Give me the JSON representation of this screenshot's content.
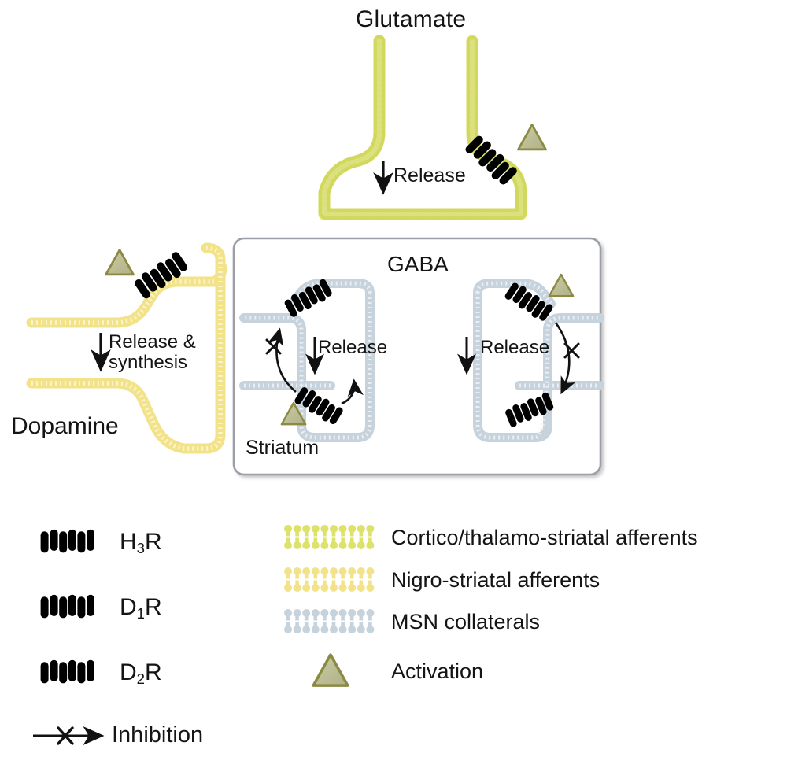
{
  "figure": {
    "type": "diagram",
    "title_hidden": "",
    "description": "Schematic of histamine H3 receptor heteroreceptor modulation of glutamate, dopamine and GABA transmission in the striatum"
  },
  "panels": {
    "glutamate": {
      "label": "Glutamate",
      "release_label": "Release",
      "release_arrow": "down-arrow",
      "membrane_type": "cortico-thalamo-striatal",
      "receptor": "H3R",
      "modulation": "Activation"
    },
    "dopamine": {
      "label": "Dopamine",
      "release_label_line1": "Release &",
      "release_label_line2": "synthesis",
      "release_arrow": "down-arrow",
      "membrane_type": "nigro-striatal",
      "receptor": "H3R",
      "modulation": "Activation"
    },
    "gaba": {
      "label": "GABA",
      "area_label": "Striatum",
      "left_synapse": {
        "release_label": "Release",
        "release_arrow": "down-arrow",
        "presynaptic_receptor": "H3R",
        "postsynaptic_receptor": "D1R",
        "interaction": "Inhibition",
        "modulation": "Activation"
      },
      "right_synapse": {
        "release_label": "Release",
        "release_arrow": "down-arrow",
        "presynaptic_receptor": "H3R",
        "postsynaptic_receptor": "D2R",
        "interaction": "Inhibition",
        "modulation": "Activation"
      }
    }
  },
  "legend": {
    "receptors": [
      {
        "icon": "gpcr-7tm-icon",
        "label_main": "H",
        "label_sub": "3",
        "label_tail": "R",
        "color": "#5b86b8",
        "fill": "#aec6e0"
      },
      {
        "icon": "gpcr-7tm-icon",
        "label_main": "D",
        "label_sub": "1",
        "label_tail": "R",
        "color": "#e3c53c",
        "fill": "#f6e98e"
      },
      {
        "icon": "gpcr-7tm-icon",
        "label_main": "D",
        "label_sub": "2",
        "label_tail": "R",
        "color": "#66a866",
        "fill": "#bde0b6"
      }
    ],
    "inhibition": {
      "icon": "arrow-with-x-icon",
      "label": "Inhibition"
    },
    "membranes": [
      {
        "icon": "lipid-bilayer-icon",
        "label": "Cortico/thalamo-striatal afferents",
        "color": "#dde26a"
      },
      {
        "icon": "lipid-bilayer-icon",
        "label": "Nigro-striatal afferents",
        "color": "#f2e38a"
      },
      {
        "icon": "lipid-bilayer-icon",
        "label": "MSN collaterals",
        "color": "#c6d2dc"
      }
    ],
    "activation": {
      "icon": "triangle-icon",
      "label": "Activation",
      "fill": "#b7b78d",
      "stroke": "#8c8c45"
    }
  },
  "colors": {
    "glutamate_membrane": "#dde26a",
    "dopamine_membrane": "#f2e38a",
    "msn_membrane": "#c6d2dc",
    "h3r_stroke": "#2c5181",
    "h3r_fill": "#aec6e0",
    "d1r_stroke": "#e0bf2e",
    "d1r_fill": "#f7ea96",
    "d2r_stroke": "#5fa45f",
    "d2r_fill": "#c2e3ba",
    "activation_fill": "#b7b78d",
    "activation_stroke": "#8a8a41",
    "box_border": "#9aa0a6",
    "text": "#141414",
    "arrow": "#1a1a1a"
  }
}
